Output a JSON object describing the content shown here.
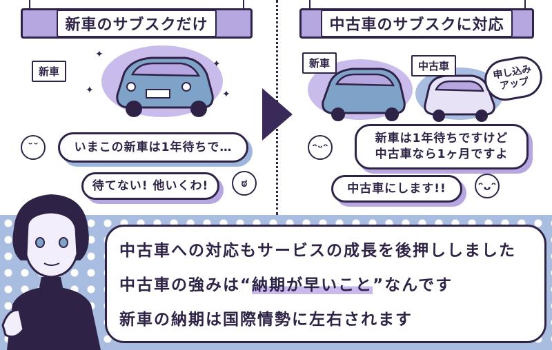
{
  "left_panel": {
    "header": "新車のサブスクだけ",
    "car_tag": "新車",
    "bubble_customer": "いまこの新車は1年待ちで…",
    "bubble_reply": "待てない! 他いくわ!"
  },
  "right_panel": {
    "header": "中古車のサブスクに対応",
    "new_car_tag": "新車",
    "used_car_tag": "中古車",
    "apply_tag_line1": "申し込み",
    "apply_tag_line2": "アップ",
    "bubble_staff_line1": "新車は1年待ちですけど",
    "bubble_staff_line2": "中古車なら1ヶ月ですよ",
    "bubble_reply": "中古車にします!!"
  },
  "narration": {
    "line1": "中古車への対応もサービスの成長を後押ししました",
    "line2_pre": "中古車の強みは",
    "line2_quote_open": "“",
    "line2_highlight": "納期が早いこと",
    "line2_quote_close": "”",
    "line2_post": "なんです",
    "line3": "新車の納期は国際情勢に左右されます"
  },
  "colors": {
    "ink": "#2e2346",
    "lavender": "#b7a7e0",
    "blue": "#a9bde0",
    "car_body": "#7fa3c8"
  },
  "icons": {
    "sparkle": "✦",
    "divider_arrow": "arrow-right-icon"
  }
}
